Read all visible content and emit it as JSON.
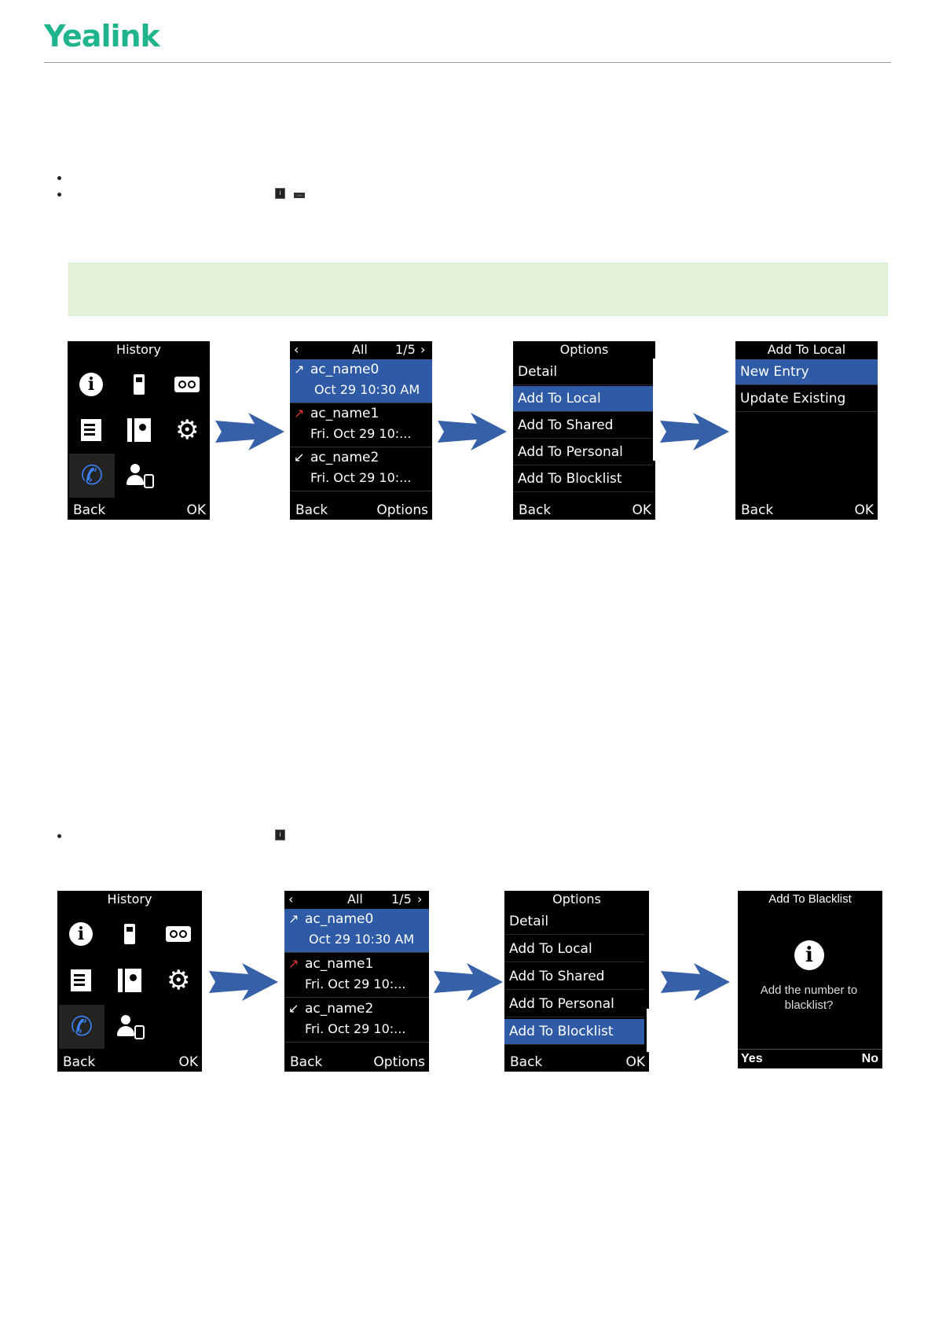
{
  "header": {
    "brand": "Yealink"
  },
  "colors": {
    "brand": "#20b48c",
    "highlight": "#2f5aa6",
    "missed": "#e53935",
    "note_bg": "#e3f1d9",
    "arrow": "#3660a8"
  },
  "inline_icons": [
    "info-icon",
    "more-icon"
  ],
  "flow_local": {
    "history_menu": {
      "title": "History",
      "left": "Back",
      "right": "OK"
    },
    "call_list": {
      "filter": "All",
      "page": "1/5",
      "left": "Back",
      "right": "Options",
      "entries": [
        {
          "name": "ac_name0",
          "time": "Oct 29 10:30 AM"
        },
        {
          "name": "ac_name1",
          "time": "Fri. Oct 29 10:..."
        },
        {
          "name": "ac_name2",
          "time": "Fri. Oct 29 10:..."
        }
      ]
    },
    "options": {
      "title": "Options",
      "items": [
        "Detail",
        "Add To Local",
        "Add To Shared",
        "Add To Personal",
        "Add To Blocklist"
      ],
      "left": "Back",
      "right": "OK"
    },
    "add_to_local": {
      "title": "Add To Local",
      "items": [
        "New Entry",
        "Update Existing"
      ],
      "left": "Back",
      "right": "OK"
    }
  },
  "flow_blacklist": {
    "history_menu": {
      "title": "History",
      "left": "Back",
      "right": "OK"
    },
    "call_list": {
      "filter": "All",
      "page": "1/5",
      "left": "Back",
      "right": "Options",
      "entries": [
        {
          "name": "ac_name0",
          "time": "Oct 29 10:30 AM"
        },
        {
          "name": "ac_name1",
          "time": "Fri. Oct 29 10:..."
        },
        {
          "name": "ac_name2",
          "time": "Fri. Oct 29 10:..."
        }
      ]
    },
    "options": {
      "title": "Options",
      "items": [
        "Detail",
        "Add To Local",
        "Add To Shared",
        "Add To Personal",
        "Add To Blocklist"
      ],
      "left": "Back",
      "right": "OK"
    },
    "dialog": {
      "title": "Add To Blacklist",
      "message": "Add the number to blacklist?",
      "yes": "Yes",
      "no": "No"
    }
  }
}
